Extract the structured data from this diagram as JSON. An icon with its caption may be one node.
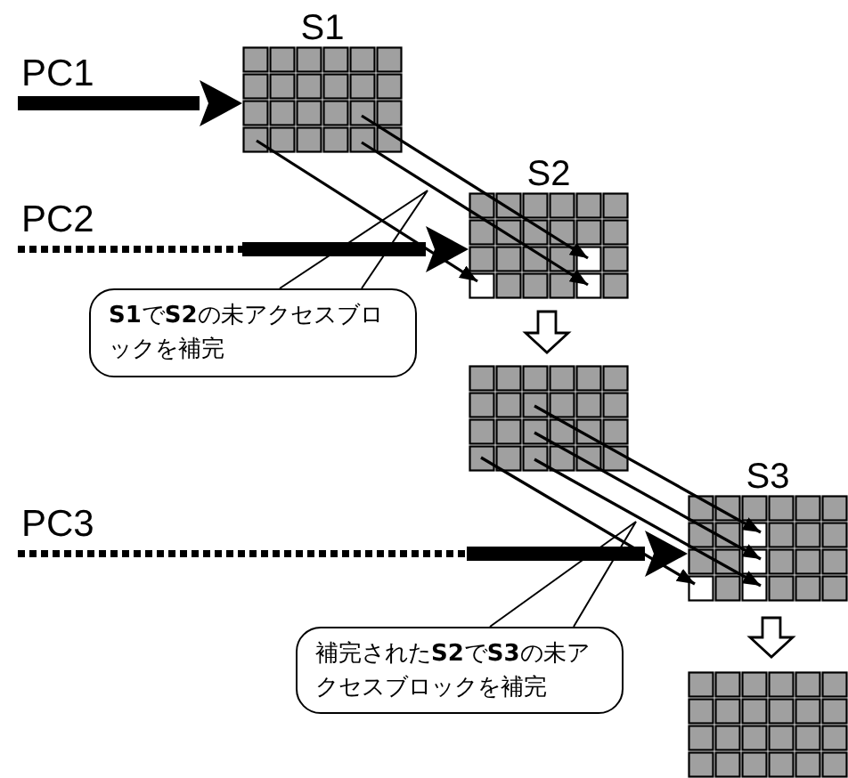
{
  "diagram": {
    "nodes": [
      {
        "text": [
          "S1"
        ]
      },
      {
        "text": [
          "S2"
        ]
      },
      {
        "text": [],
        "shape": "box"
      },
      {
        "text": [
          "S3"
        ]
      },
      {
        "text": [],
        "shape": "box"
      },
      {
        "text": [
          "**S1**で**S2**の未アクセスブロックを補完"
        ]
      },
      {
        "text": [
          "補完された**S2**で**S3**の未アクセスブロックを補完"
        ]
      }
    ],
    "edges": [
      {
        "from": null,
        "to": 0,
        "arrow": "to",
        "style": "thick"
      },
      {
        "from": null,
        "to": 1,
        "arrow": "to",
        "style": "thick"
      },
      {
        "from": null,
        "to": 3,
        "arrow": "to",
        "style": "thick"
      },
      {
        "from": 0,
        "to": 1,
        "arrow": "to"
      },
      {
        "from": 0,
        "to": 1,
        "arrow": "to"
      },
      {
        "from": 0,
        "to": 1,
        "arrow": "to"
      },
      {
        "from": 1,
        "to": 2,
        "arrow": "to"
      },
      {
        "from": 2,
        "to": 3,
        "arrow": "to"
      },
      {
        "from": 2,
        "to": 3,
        "arrow": "to"
      },
      {
        "from": 2,
        "to": 3,
        "arrow": "to"
      },
      {
        "from": 2,
        "to": 3,
        "arrow": "to"
      },
      {
        "from": 3,
        "to": 4,
        "arrow": "to"
      },
      {
        "from": 5,
        "to": null,
        "arrow": "none"
      },
      {
        "from": 6,
        "to": null,
        "arrow": "none"
      }
    ],
    "labels": [
      "PC1",
      "PC2",
      "PC3"
    ]
  }
}
